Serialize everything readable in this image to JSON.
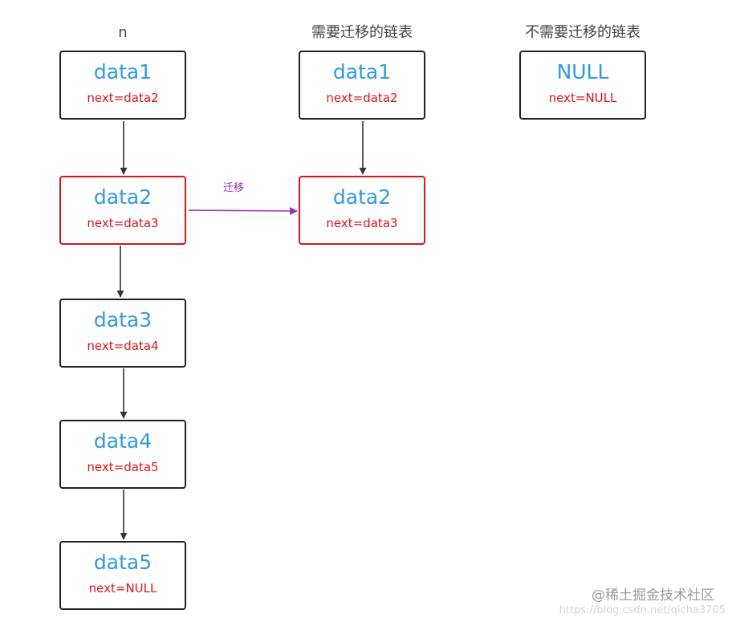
{
  "headers": {
    "original": "n",
    "migrate": "需要迁移的链表",
    "not_migrate": "不需要迁移的链表"
  },
  "original_list": [
    {
      "name": "data1",
      "next": "next=data2"
    },
    {
      "name": "data2",
      "next": "next=data3"
    },
    {
      "name": "data3",
      "next": "next=data4"
    },
    {
      "name": "data4",
      "next": "next=data5"
    },
    {
      "name": "data5",
      "next": "next=NULL"
    }
  ],
  "migrate_list": [
    {
      "name": "data1",
      "next": "next=data2"
    },
    {
      "name": "data2",
      "next": "next=data3"
    }
  ],
  "not_migrate_list": [
    {
      "name": "NULL",
      "next": "next=NULL"
    }
  ],
  "migration_arrow": {
    "label": "迁移",
    "color": "#9b2fae"
  },
  "colors": {
    "node_name": "#2f9ae0",
    "node_next": "#d9141a",
    "highlight_border": "#d9141a",
    "border": "#222222"
  },
  "watermark": "@稀土掘金技术社区",
  "watermark_url": "https://blog.csdn.net/qicha3705"
}
